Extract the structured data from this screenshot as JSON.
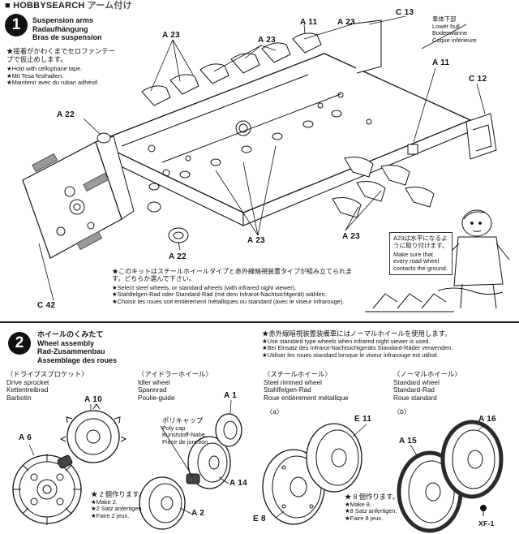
{
  "watermark": {
    "brand": "HOBBYSEARCH",
    "text_prefix": "■",
    "jp_title_tail": "アーム付け"
  },
  "step1": {
    "number": "1",
    "title_en": "Suspension arms",
    "title_de": "Radaufhängung",
    "title_fr": "Bras de suspension",
    "note_jp": "★接着がかわくまでセロファンテープで仮止めします。",
    "note_en": "★Hold with cellophane tape.",
    "note_de": "★Mit Tesa festhalten.",
    "note_fr": "★Maintenir avec du ruban adhésif.",
    "hull_jp": "車体下部",
    "hull_en": "Lower hull",
    "hull_de": "Bodenwanne",
    "hull_fr": "Coque inférieure",
    "labels": {
      "a23_left": "A 23",
      "a23_mid": "A 23",
      "a23_right": "A 23",
      "a23_low_left": "A 23",
      "a23_low_right": "A 23",
      "a22_top": "A 22",
      "a22_bottom": "A 22",
      "a11_top": "A 11",
      "a11_right": "A 11",
      "c13": "C 13",
      "c12": "C 12",
      "c42": "C 42"
    },
    "a23_note_jp": "A23は水平になるように取り付けます。",
    "a23_note_en": "Make sure that every road wheel contacts the ground.",
    "steel_note_jp": "★このキットはスチールホイールタイプと赤外線暗視装置タイプが組み立てられます。どちらか選んで下さい。",
    "steel_note_en": "★Select steel wheels, or standard wheels (with infrared night viewer).",
    "steel_note_de": "★Stahlfelgen-Rad oder Standard-Rad (mit dem Infrarot-Nachtsichtgerät) wählen.",
    "steel_note_fr": "★Choisir les roues soit entièrement métalliques ou standard (avec le viseur infrarouge)."
  },
  "step2": {
    "number": "2",
    "title_jp": "ホイールのくみたて",
    "title_en": "Wheel assembly",
    "title_de": "Rad-Zusammenbau",
    "title_fr": "Assemblage des roues",
    "ir_note_jp": "★赤外線暗視装置装備車にはノーマルホイールを使用します。",
    "ir_note_en": "★Use standard type wheels when infrared night viewer is used.",
    "ir_note_de": "★Bei Einsatz des Infrarot-Nachtsichtgeräts Standard-Räder verwenden.",
    "ir_note_fr": "★Utiliser les roues standard lorsque le viseur infrarouge est utilisé.",
    "sprocket": {
      "jp": "〈ドライブスプロケット〉",
      "en": "Drive sprocket",
      "de": "Kettentreibrad",
      "fr": "Barbotin"
    },
    "idler": {
      "jp": "〈アイドラーホイール〉",
      "en": "Idler wheel",
      "de": "Spannrad",
      "fr": "Poulie-guide"
    },
    "steel": {
      "jp": "〈スチールホイール〉",
      "en": "Steel rimmed wheel",
      "de": "Stahlfelgen-Rad",
      "fr": "Roue entièrement métallique",
      "tag": "〈a〉"
    },
    "normal": {
      "jp": "〈ノーマルホイール〉",
      "en": "Standard wheel",
      "de": "Standard-Rad",
      "fr": "Roue standard",
      "tag": "〈b〉"
    },
    "polycap": {
      "jp": "ポリキャップ",
      "en": "Poly cap",
      "de": "Kunststoff-Nabe",
      "fr": "Pièce de jonction"
    },
    "make2": {
      "jp": "★ 2 個作ります。",
      "en": "★Make 2.",
      "de": "★2 Satz anfertigen.",
      "fr": "★Faire 2 jeux."
    },
    "make8": {
      "jp": "★ 8 個作ります。",
      "en": "★Make 8.",
      "de": "★8 Satz anfertigen.",
      "fr": "★Faire 8 jeux."
    },
    "labels": {
      "a10": "A 10",
      "a6": "A 6",
      "a1": "A 1",
      "a14": "A 14",
      "a2": "A 2",
      "e11": "E 11",
      "e8": "E 8",
      "a15": "A 15",
      "a16": "A 16",
      "xf1": "XF-1"
    }
  },
  "colors": {
    "ink": "#111111",
    "paper": "#ffffff",
    "tape": "#9a9a9a",
    "rubber": "#2a2a2a"
  }
}
